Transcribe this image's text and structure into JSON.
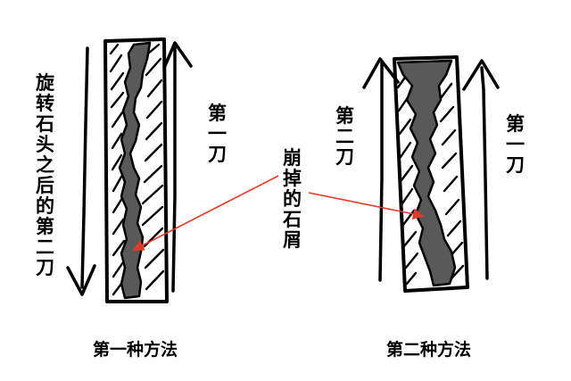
{
  "left_figure": {
    "side_label": "旋转石头之后的第二刀",
    "cut_label": "第一刀",
    "caption": "第一种方法"
  },
  "right_figure": {
    "left_cut_label": "第二刀",
    "right_cut_label": "第一刀",
    "caption": "第二种方法"
  },
  "annotation": {
    "label": "崩掉的石屑",
    "pointer_color": "#e23a2a"
  },
  "colors": {
    "ink": "#000000",
    "chip_fill": "#595959",
    "background": "#ffffff"
  }
}
